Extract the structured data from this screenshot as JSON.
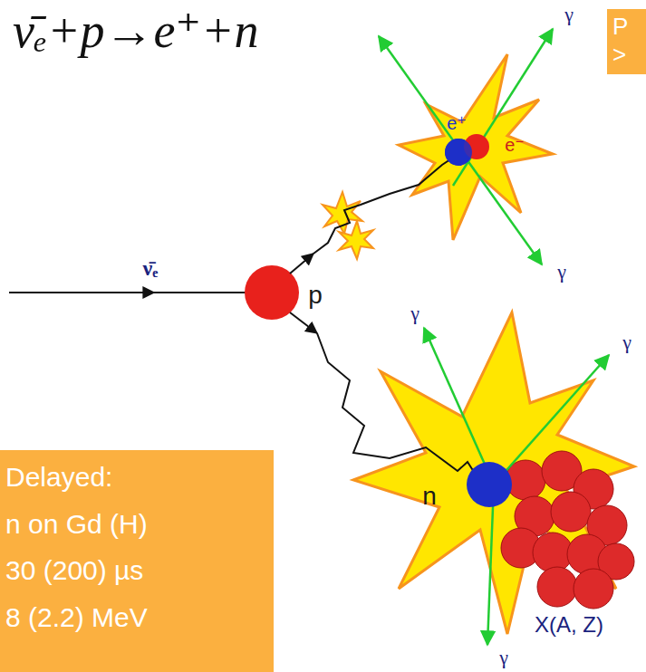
{
  "diagram": {
    "title": "ν̄ₑ+p→e⁺+n",
    "nodes": [
      {
        "text": [
          "P >"
        ]
      },
      {
        "text": [
          "Delayed:",
          "n on Gd (H)",
          "30 (200) µs",
          "8 (2.2) MeV"
        ]
      }
    ],
    "labels": [
      "ν̄ₑ",
      "p",
      "e⁺",
      "e⁻",
      "n",
      "X(A, Z)",
      "γ",
      "γ",
      "γ",
      "γ",
      "γ"
    ]
  }
}
